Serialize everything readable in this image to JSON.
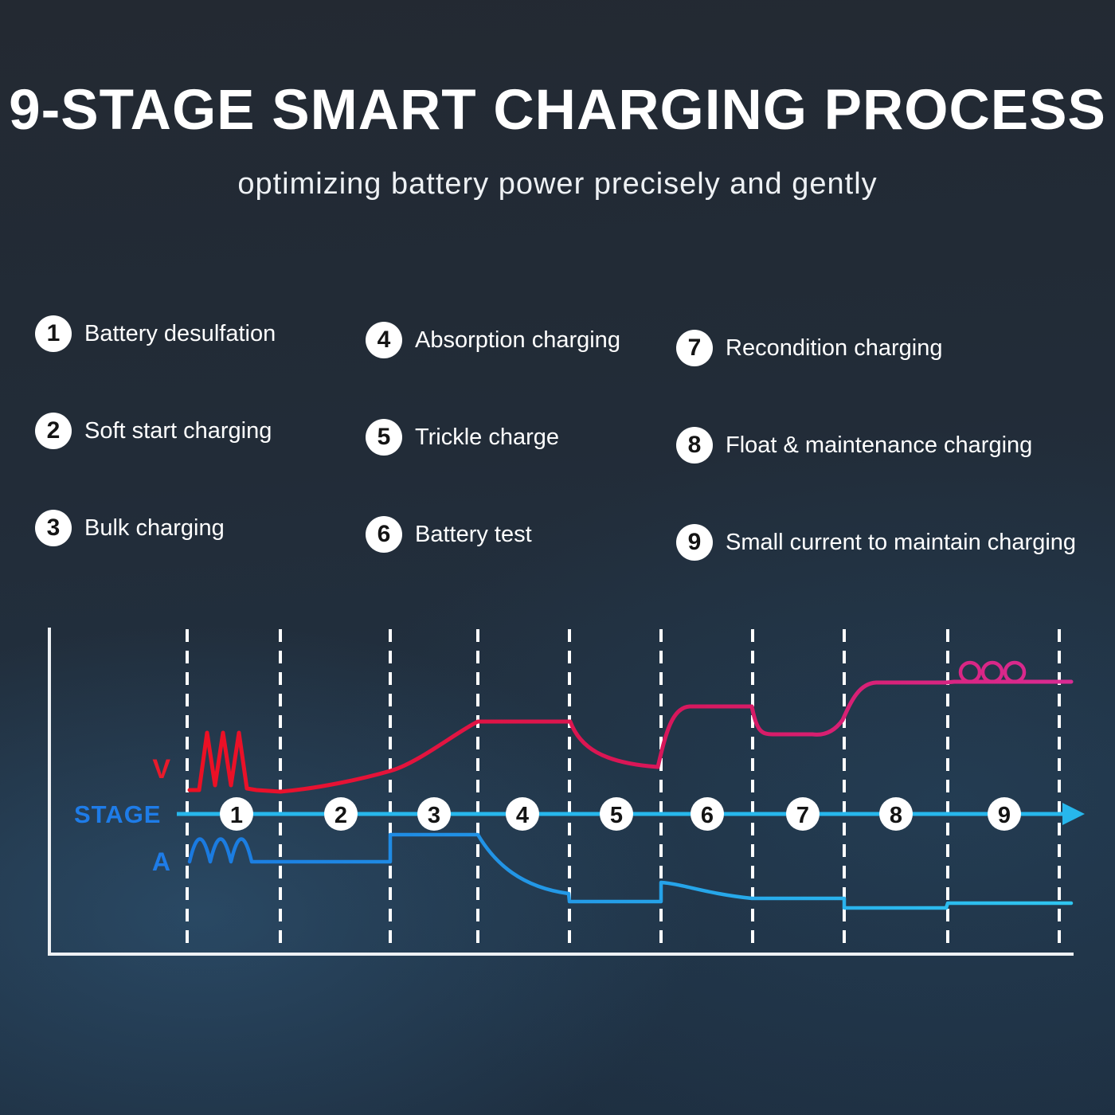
{
  "title": "9-STAGE SMART CHARGING PROCESS",
  "subtitle": "optimizing battery power precisely and gently",
  "stages": [
    {
      "num": "1",
      "label": "Battery desulfation"
    },
    {
      "num": "2",
      "label": "Soft start charging"
    },
    {
      "num": "3",
      "label": "Bulk charging"
    },
    {
      "num": "4",
      "label": "Absorption charging"
    },
    {
      "num": "5",
      "label": "Trickle charge"
    },
    {
      "num": "6",
      "label": "Battery test"
    },
    {
      "num": "7",
      "label": "Recondition charging"
    },
    {
      "num": "8",
      "label": "Float & maintenance charging"
    },
    {
      "num": "9",
      "label": "Small current to maintain charging"
    }
  ],
  "chart": {
    "voltage_label": "V",
    "axis_label": "STAGE",
    "current_label": "A",
    "stage_numbers": [
      "1",
      "2",
      "3",
      "4",
      "5",
      "6",
      "7",
      "8",
      "9"
    ],
    "colors": {
      "voltage_start": "#ed1022",
      "voltage_end": "#d92b93",
      "current_start": "#1a79e0",
      "current_end": "#2fc6f0",
      "axis": "#27b7ec"
    }
  },
  "chart_data": {
    "type": "line",
    "x_axis": "STAGE",
    "categories": [
      "1",
      "2",
      "3",
      "4",
      "5",
      "6",
      "7",
      "8",
      "9"
    ],
    "series": [
      {
        "name": "V (voltage)",
        "profile_by_stage": [
          "pulsed desulfation peaks",
          "slow ramp up",
          "steeper ramp to peak",
          "hold at absorption peak",
          "exponential decay",
          "step up and hold",
          "step down, hold, rise at end",
          "rise to float level and hold",
          "float level with small ripple loops"
        ]
      },
      {
        "name": "A (current)",
        "profile_by_stage": [
          "soft-start ripple",
          "constant",
          "step up, constant bulk current",
          "exponential decay",
          "low constant",
          "small step up then decay",
          "low constant",
          "lower constant",
          "low maintenance constant"
        ]
      }
    ],
    "legend_position": "left",
    "grid": "dashed vertical stage dividers"
  }
}
